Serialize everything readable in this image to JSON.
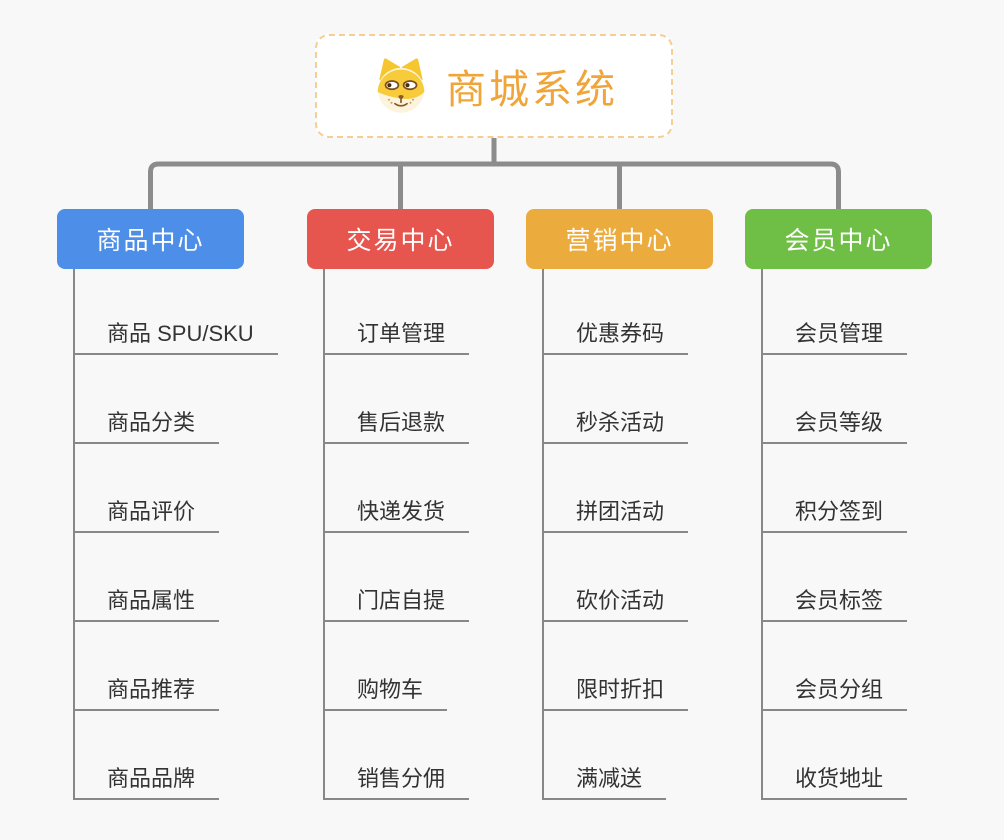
{
  "root": {
    "title": "商城系统",
    "icon": "dog-face-icon"
  },
  "branches": [
    {
      "label": "商品中心",
      "color": "#4d8fe8",
      "items": [
        "商品 SPU/SKU",
        "商品分类",
        "商品评价",
        "商品属性",
        "商品推荐",
        "商品品牌"
      ]
    },
    {
      "label": "交易中心",
      "color": "#e7554f",
      "items": [
        "订单管理",
        "售后退款",
        "快递发货",
        "门店自提",
        "购物车",
        "销售分佣"
      ]
    },
    {
      "label": "营销中心",
      "color": "#ecac3d",
      "items": [
        "优惠券码",
        "秒杀活动",
        "拼团活动",
        "砍价活动",
        "限时折扣",
        "满减送"
      ]
    },
    {
      "label": "会员中心",
      "color": "#6fbe45",
      "items": [
        "会员管理",
        "会员等级",
        "积分签到",
        "会员标签",
        "会员分组",
        "收货地址"
      ]
    }
  ],
  "colors": {
    "background": "#f8f8f8",
    "connector_line": "#8c8c8c",
    "underline": "#888888",
    "root_text": "#f0a53a",
    "root_border": "#f5ce93",
    "item_text": "#333333"
  }
}
